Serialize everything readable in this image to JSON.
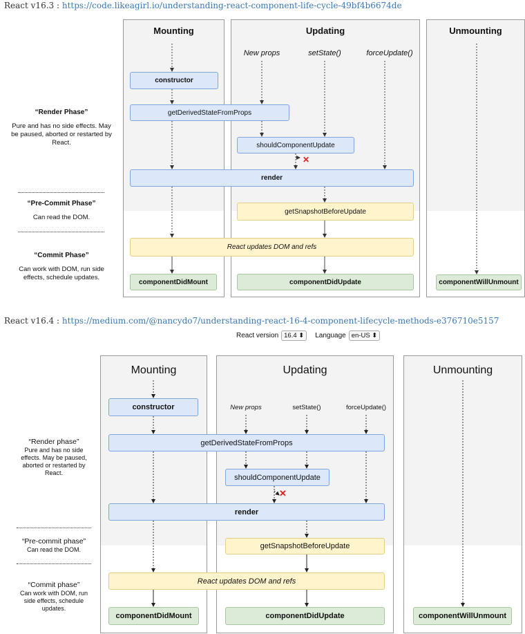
{
  "v163": {
    "prefix": "React v16.3 :",
    "url": "https://code.likeagirl.io/understanding-react-component-life-cycle-49bf4b6674de",
    "columns": {
      "mounting": "Mounting",
      "updating": "Updating",
      "unmounting": "Unmounting"
    },
    "triggers": {
      "new_props": "New props",
      "set_state": "setState()",
      "force_update": "forceUpdate()"
    },
    "boxes": {
      "constructor": "constructor",
      "gdsfp": "getDerivedStateFromProps",
      "scu": "shouldComponentUpdate",
      "render": "render",
      "gsbu": "getSnapshotBeforeUpdate",
      "dom": "React updates DOM and refs",
      "cdm": "componentDidMount",
      "cdu": "componentDidUpdate",
      "cwu": "componentWillUnmount"
    },
    "phases": {
      "render_title": "“Render Phase”",
      "render_desc": "Pure and has no side effects. May be paused, aborted or restarted by React.",
      "precommit_title": "“Pre-Commit Phase”",
      "precommit_desc": "Can read the DOM.",
      "commit_title": "“Commit Phase”",
      "commit_desc": "Can work with DOM, run side effects, schedule updates."
    }
  },
  "v164": {
    "prefix": "React v16.4 :",
    "url": "https://medium.com/@nancydo7/understanding-react-16-4-component-lifecycle-methods-e376710e5157",
    "controls": {
      "version_label": "React version",
      "version_value": "16.4 ⬍",
      "language_label": "Language",
      "language_value": "en-US ⬍"
    },
    "columns": {
      "mounting": "Mounting",
      "updating": "Updating",
      "unmounting": "Unmounting"
    },
    "triggers": {
      "new_props": "New props",
      "set_state": "setState()",
      "force_update": "forceUpdate()"
    },
    "boxes": {
      "constructor": "constructor",
      "gdsfp": "getDerivedStateFromProps",
      "scu": "shouldComponentUpdate",
      "render": "render",
      "gsbu": "getSnapshotBeforeUpdate",
      "dom": "React updates DOM and refs",
      "cdm": "componentDidMount",
      "cdu": "componentDidUpdate",
      "cwu": "componentWillUnmount"
    },
    "phases": {
      "render_title": "“Render phase”",
      "render_desc": "Pure and has no side effects. May be paused, aborted or restarted by React.",
      "precommit_title": "“Pre-commit phase”",
      "precommit_desc": "Can read the DOM.",
      "commit_title": "“Commit phase”",
      "commit_desc": "Can work with DOM, run side effects, schedule updates."
    }
  },
  "colors": {
    "accent_link": "#3a78b6",
    "blue_box": "#dce8fa",
    "yellow_box": "#fff4cc",
    "green_box": "#dcebd7",
    "cancel_x": "#e02020"
  }
}
